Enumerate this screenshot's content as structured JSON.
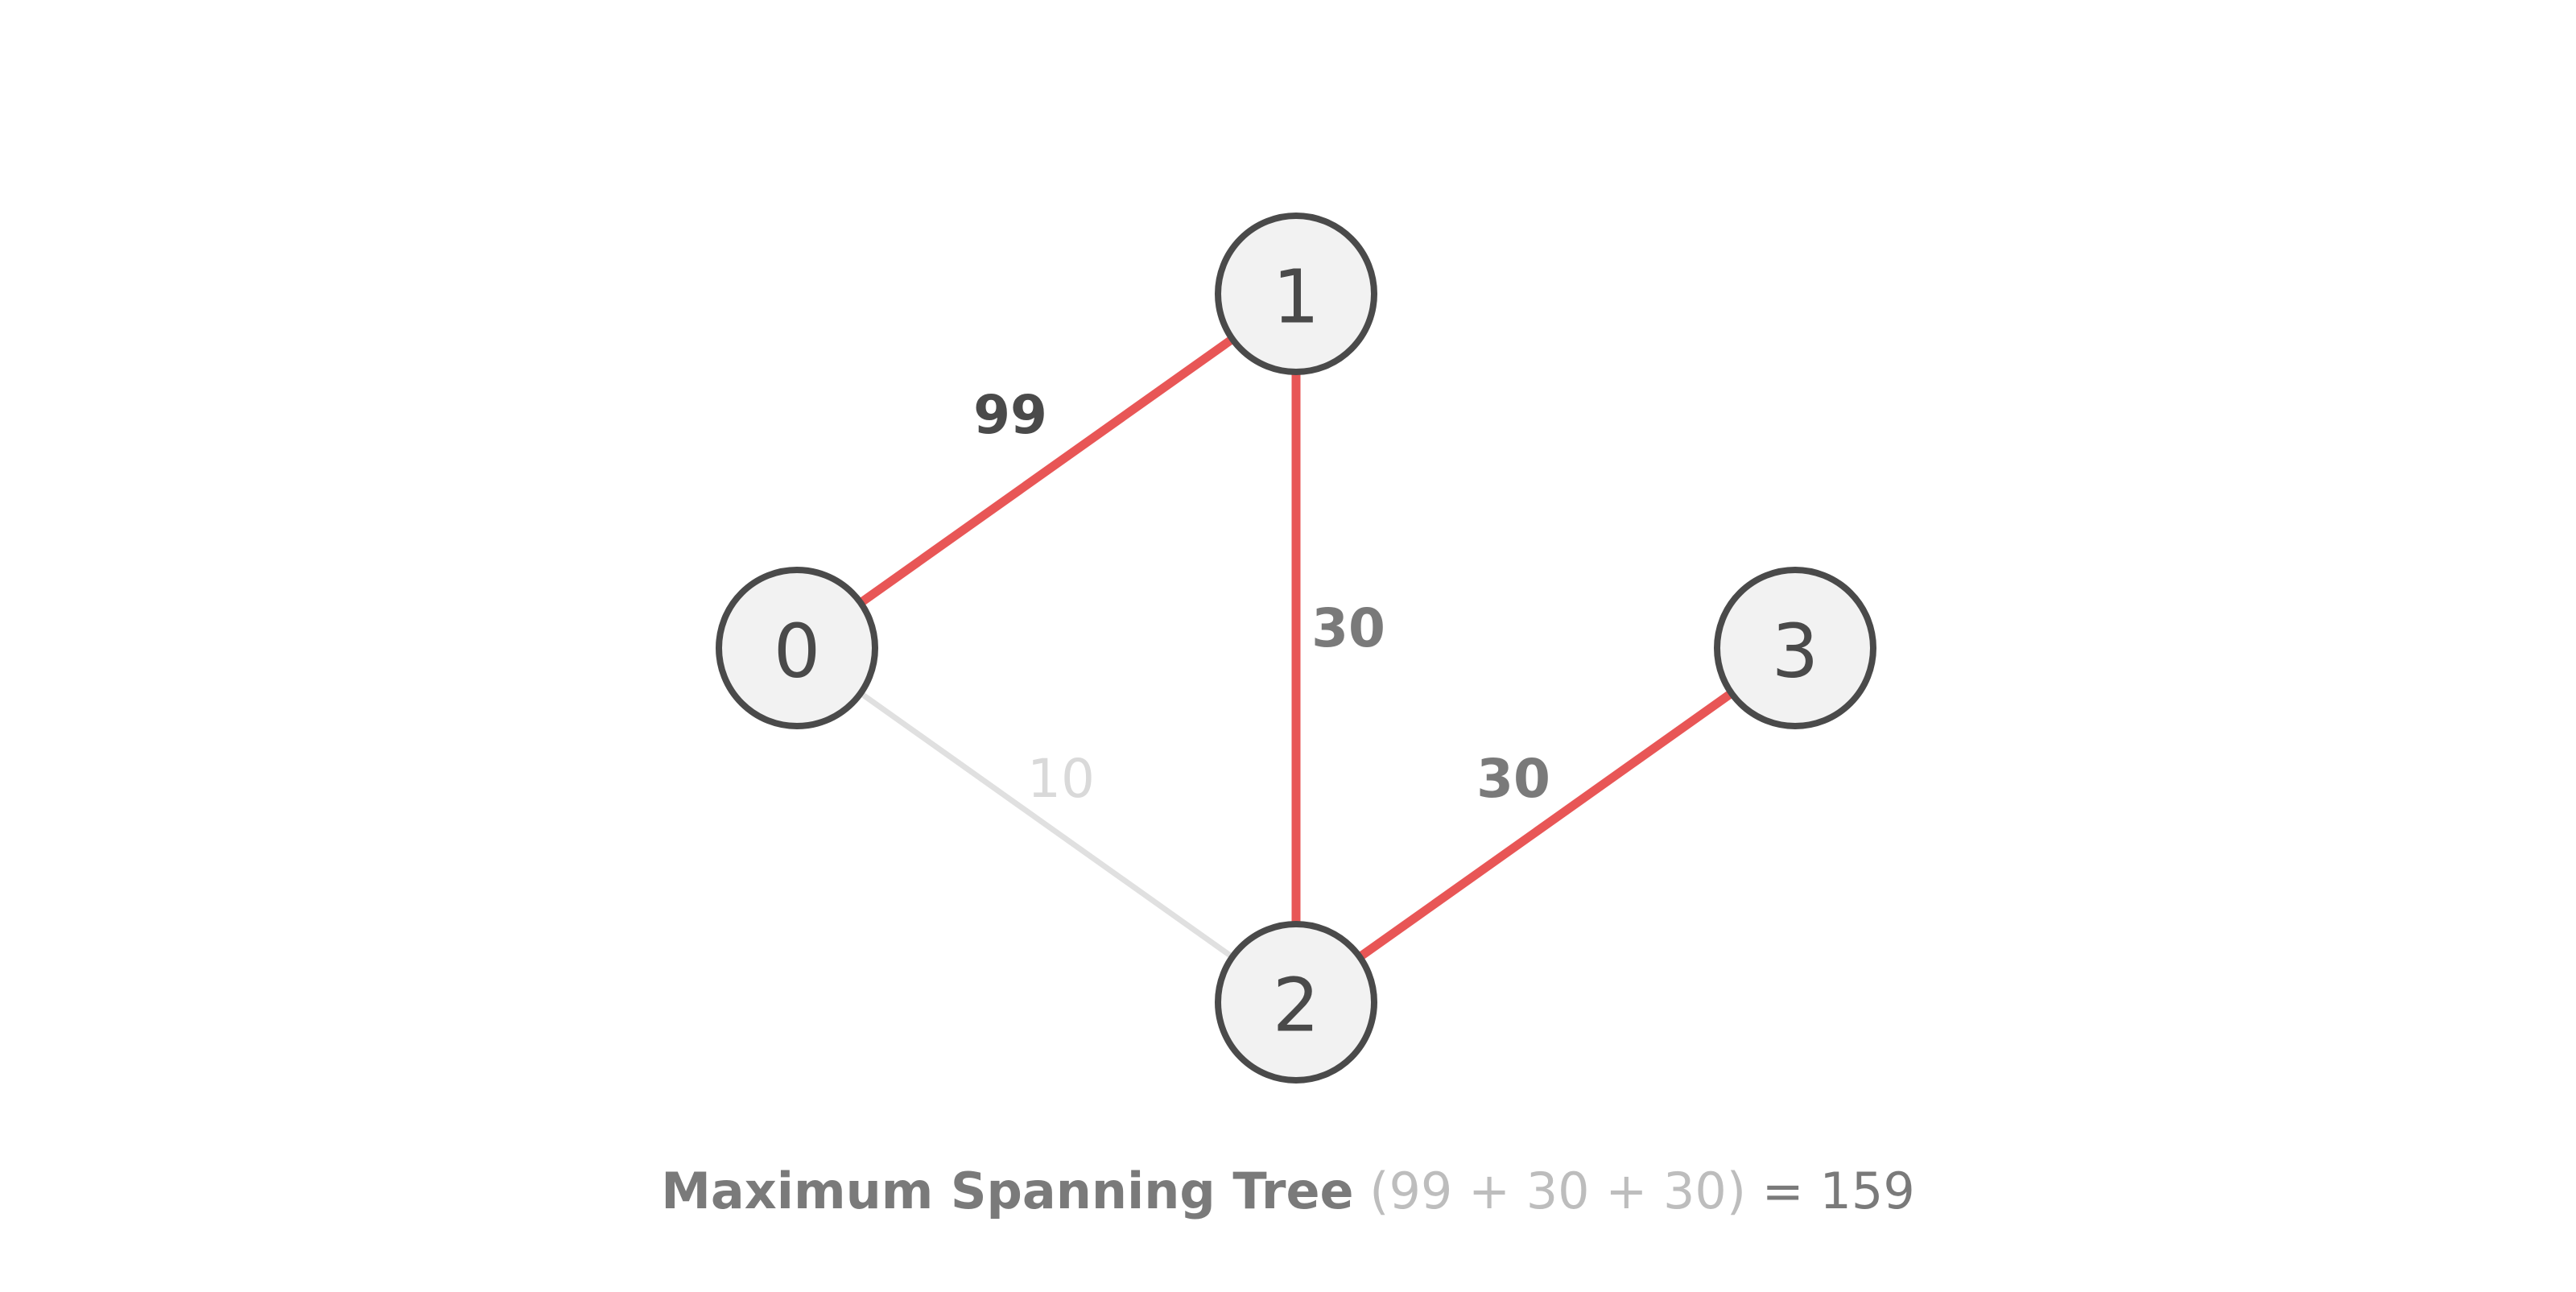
{
  "diagram": {
    "nodes": [
      {
        "id": "0",
        "label": "0"
      },
      {
        "id": "1",
        "label": "1"
      },
      {
        "id": "2",
        "label": "2"
      },
      {
        "id": "3",
        "label": "3"
      }
    ],
    "edges": [
      {
        "from": "0",
        "to": "1",
        "weight": "99",
        "in_tree": true
      },
      {
        "from": "1",
        "to": "2",
        "weight": "30",
        "in_tree": true
      },
      {
        "from": "2",
        "to": "3",
        "weight": "30",
        "in_tree": true
      },
      {
        "from": "0",
        "to": "2",
        "weight": "10",
        "in_tree": false
      }
    ],
    "colors": {
      "tree_edge": "#e85656",
      "other_edge": "#e0e0e0",
      "node_fill": "#f2f2f2",
      "node_stroke": "#4a4a4a",
      "weight_dark": "#4a4a4a",
      "weight_mid": "#7a7a7a",
      "weight_light": "#d9d9d9"
    }
  },
  "caption": {
    "title": "Maximum Spanning Tree",
    "terms": "(99 + 30 + 30)",
    "result": "= 159"
  }
}
